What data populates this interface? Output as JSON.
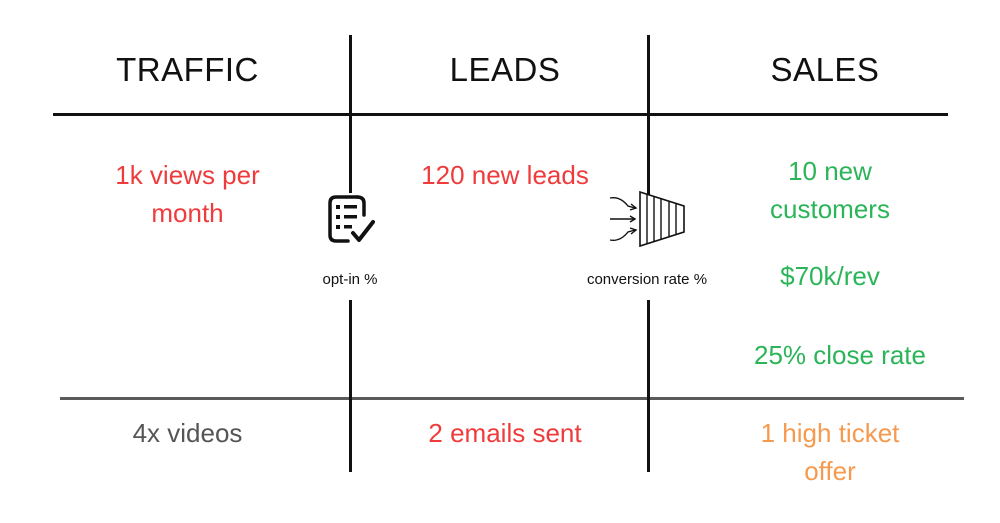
{
  "columns": {
    "traffic": {
      "header": "TRAFFIC",
      "metric": "1k views per month",
      "action": "4x videos"
    },
    "leads": {
      "header": "LEADS",
      "metric": "120 new leads",
      "action": "2 emails sent"
    },
    "sales": {
      "header": "SALES",
      "metric": "10 new customers",
      "revenue": "$70k/rev",
      "close_rate": "25% close rate",
      "action": "1 high ticket offer"
    }
  },
  "connectors": {
    "optin": {
      "icon": "checklist-icon",
      "label": "opt-in %"
    },
    "conversion": {
      "icon": "funnel-icon",
      "label": "conversion rate %"
    }
  },
  "colors": {
    "metric_red": "#ef3b3b",
    "metric_green": "#2bb558",
    "action_grey": "#555555",
    "action_orange": "#f59a4f",
    "lines": "#111111"
  }
}
